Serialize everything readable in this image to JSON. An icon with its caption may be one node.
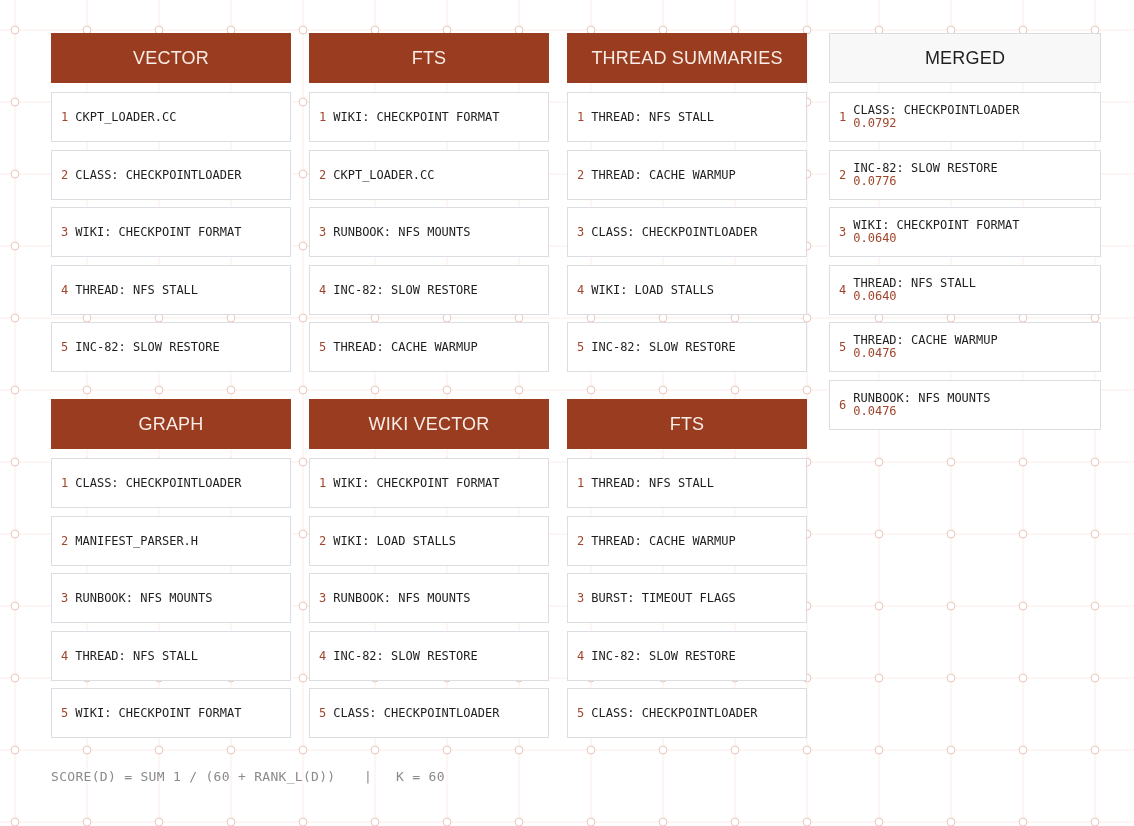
{
  "diagram": {
    "nodes": [
      {
        "text": [
          "VECTOR"
        ]
      },
      {
        "text": [
          "1",
          "CKPT_LOADER.CC"
        ]
      },
      {
        "text": [
          "2",
          "CLASS: CHECKPOINTLOADER"
        ]
      },
      {
        "text": [
          "3",
          "WIKI: CHECKPOINT FORMAT"
        ]
      },
      {
        "text": [
          "4",
          "THREAD: NFS STALL"
        ]
      },
      {
        "text": [
          "5",
          "INC-82: SLOW RESTORE"
        ]
      },
      {
        "text": [
          "FTS"
        ]
      },
      {
        "text": [
          "1",
          "WIKI: CHECKPOINT FORMAT"
        ]
      },
      {
        "text": [
          "2",
          "CKPT_LOADER.CC"
        ]
      },
      {
        "text": [
          "3",
          "RUNBOOK: NFS MOUNTS"
        ]
      },
      {
        "text": [
          "4",
          "INC-82: SLOW RESTORE"
        ]
      },
      {
        "text": [
          "5",
          "THREAD: CACHE WARMUP"
        ]
      },
      {
        "text": [
          "THREAD SUMMARIES"
        ]
      },
      {
        "text": [
          "1",
          "THREAD: NFS STALL"
        ]
      },
      {
        "text": [
          "2",
          "THREAD: CACHE WARMUP"
        ]
      },
      {
        "text": [
          "3",
          "CLASS: CHECKPOINTLOADER"
        ]
      },
      {
        "text": [
          "4",
          "WIKI: LOAD STALLS"
        ]
      },
      {
        "text": [
          "5",
          "INC-82: SLOW RESTORE"
        ]
      },
      {
        "text": [
          "MERGED"
        ]
      },
      {
        "text": [
          "1",
          "CLASS: CHECKPOINTLOADER",
          "0.0792"
        ]
      },
      {
        "text": [
          "2",
          "INC-82: SLOW RESTORE",
          "0.0776"
        ]
      },
      {
        "text": [
          "3",
          "WIKI: CHECKPOINT FORMAT",
          "0.0640"
        ]
      },
      {
        "text": [
          "4",
          "THREAD: NFS STALL",
          "0.0640"
        ]
      },
      {
        "text": [
          "5",
          "THREAD: CACHE WARMUP",
          "0.0476"
        ]
      },
      {
        "text": [
          "6",
          "RUNBOOK: NFS MOUNTS",
          "0.0476"
        ]
      },
      {
        "text": [
          "GRAPH"
        ]
      },
      {
        "text": [
          "1",
          "CLASS: CHECKPOINTLOADER"
        ]
      },
      {
        "text": [
          "2",
          "MANIFEST_PARSER.H"
        ]
      },
      {
        "text": [
          "3",
          "RUNBOOK: NFS MOUNTS"
        ]
      },
      {
        "text": [
          "4",
          "THREAD: NFS STALL"
        ]
      },
      {
        "text": [
          "5",
          "WIKI: CHECKPOINT FORMAT"
        ]
      },
      {
        "text": [
          "WIKI VECTOR"
        ]
      },
      {
        "text": [
          "1",
          "WIKI: CHECKPOINT FORMAT"
        ]
      },
      {
        "text": [
          "2",
          "WIKI: LOAD STALLS"
        ]
      },
      {
        "text": [
          "3",
          "RUNBOOK: NFS MOUNTS"
        ]
      },
      {
        "text": [
          "4",
          "INC-82: SLOW RESTORE"
        ]
      },
      {
        "text": [
          "5",
          "CLASS: CHECKPOINTLOADER"
        ]
      },
      {
        "text": [
          "FTS"
        ]
      },
      {
        "text": [
          "1",
          "THREAD: NFS STALL"
        ]
      },
      {
        "text": [
          "2",
          "THREAD: CACHE WARMUP"
        ]
      },
      {
        "text": [
          "3",
          "BURST: TIMEOUT FLAGS"
        ]
      },
      {
        "text": [
          "4",
          "INC-82: SLOW RESTORE"
        ]
      },
      {
        "text": [
          "5",
          "CLASS: CHECKPOINTLOADER"
        ]
      }
    ],
    "labels": [
      "SCORE(D) = SUM 1 / (60 + RANK_L(D))",
      "|",
      "K = 60"
    ]
  }
}
